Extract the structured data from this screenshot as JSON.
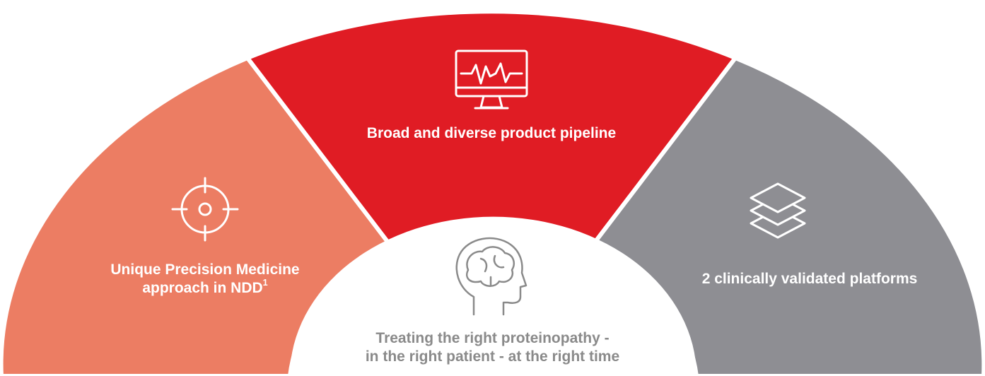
{
  "segments": {
    "left": {
      "label_line1": "Unique Precision Medicine",
      "label_line2": "approach in NDD",
      "superscript": "1",
      "icon": "target-crosshair-icon",
      "color": "#ec7d63"
    },
    "top": {
      "label": "Broad and diverse product pipeline",
      "icon": "monitor-heartbeat-icon",
      "color": "#e01c24"
    },
    "right": {
      "label": "2 clinically validated platforms",
      "icon": "layers-stack-icon",
      "color": "#8e8e93"
    },
    "center": {
      "label_line1": "Treating the right proteinopathy -",
      "label_line2": "in the right patient - at the right time",
      "icon": "head-brain-icon",
      "text_color": "#8a8a8a"
    }
  }
}
